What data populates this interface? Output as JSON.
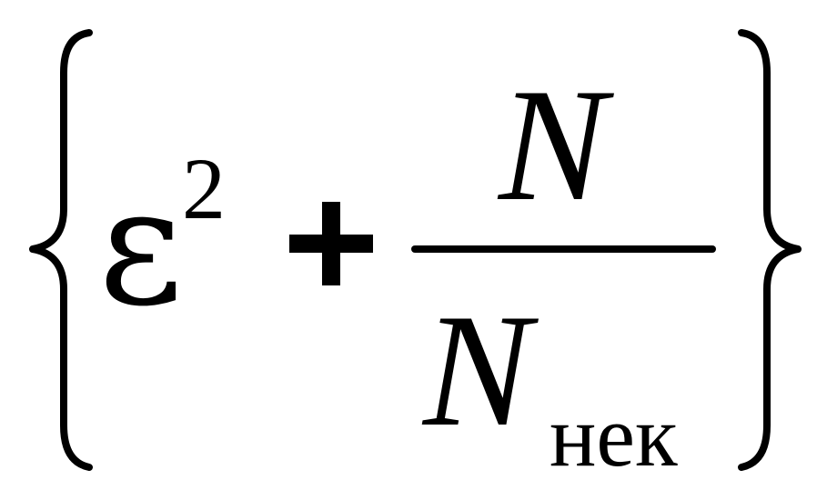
{
  "formula": {
    "epsilon": "ε",
    "exponent": "2",
    "numerator": "N",
    "denominator": "N",
    "denominator_subscript": "нек"
  }
}
